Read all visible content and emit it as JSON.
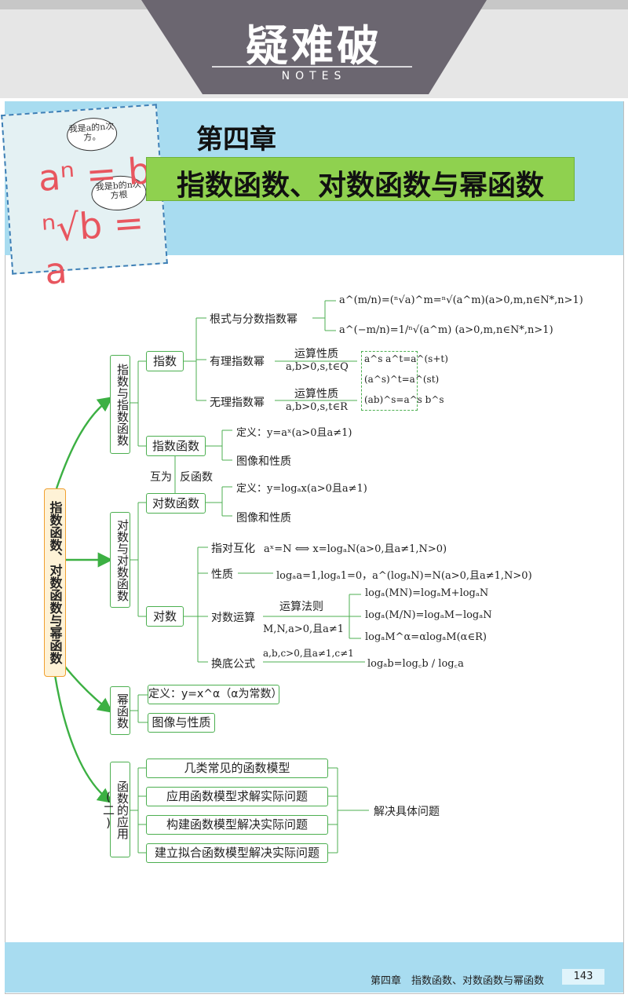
{
  "header": {
    "brand": "疑难破",
    "notes": "NOTES"
  },
  "colors": {
    "accent_blue": "#a8dcf0",
    "title_green": "#8fd14f",
    "line_green": "#4caf50",
    "root_orange": "#fef2d6"
  },
  "card": {
    "bubble1": "我是a的n次方。",
    "bubble2": "我是b的n次方根",
    "formula1": "aⁿ = b",
    "formula2": "ⁿ√b = a"
  },
  "chapter": "第四章",
  "title": "指数函数、对数函数与幂函数",
  "mindmap": {
    "root": "指数函数、对数函数与幂函数",
    "exp": {
      "label": "指数与指数函数",
      "zhishu": "指数",
      "radical": "根式与分数指数幂",
      "radical_f1": "a^(m/n)=(ⁿ√a)^m=ⁿ√(a^m)(a>0,m,n∈N*,n>1)",
      "radical_f2": "a^(−m/n)=1/ⁿ√(a^m) (a>0,m,n∈N*,n>1)",
      "rational": "有理指数幂",
      "rational_top": "运算性质",
      "rational_cond": "a,b>0,s,t∈Q",
      "irrational": "无理指数幂",
      "irrational_top": "运算性质",
      "irrational_cond": "a,b>0,s,t∈R",
      "prop1": "a^s a^t=a^(s+t)",
      "prop2": "(a^s)^t=a^(st)",
      "prop3": "(ab)^s=a^s b^s",
      "func": "指数函数",
      "func_def": "定义：y=aˣ(a>0且a≠1)",
      "func_prop": "图像和性质",
      "inverse_left": "互为",
      "inverse_right": "反函数"
    },
    "log": {
      "label": "对数与对数函数",
      "func": "对数函数",
      "func_def": "定义：y=logₐx(a>0且a≠1)",
      "func_prop": "图像和性质",
      "duishu": "对数",
      "interchange": "指对互化",
      "interchange_f": "aˣ=N ⟺ x=logₐN(a>0,且a≠1,N>0)",
      "property": "性质",
      "property_f": "logₐa=1,logₐ1=0，a^(logₐN)=N(a>0,且a≠1,N>0)",
      "ops": "对数运算",
      "ops_top": "运算法则",
      "ops_cond": "M,N,a>0,且a≠1",
      "ops_f1": "logₐ(MN)=logₐM+logₐN",
      "ops_f2": "logₐ(M/N)=logₐM−logₐN",
      "ops_f3": "logₐM^α=αlogₐM(α∈R)",
      "change": "换底公式",
      "change_cond": "a,b,c>0,且a≠1,c≠1",
      "change_f": "logₐb=log꜀b / log꜀a"
    },
    "power": {
      "label": "幂函数",
      "def": "定义：y=x^α（α为常数）",
      "prop": "图像与性质"
    },
    "app": {
      "label": "函数的应用(二)",
      "items": [
        "几类常见的函数模型",
        "应用函数模型求解实际问题",
        "构建函数模型解决实际问题",
        "建立拟合函数模型解决实际问题"
      ],
      "result": "解决具体问题"
    }
  },
  "footer": {
    "chapter": "第四章　指数函数、对数函数与幂函数",
    "page": "143"
  }
}
